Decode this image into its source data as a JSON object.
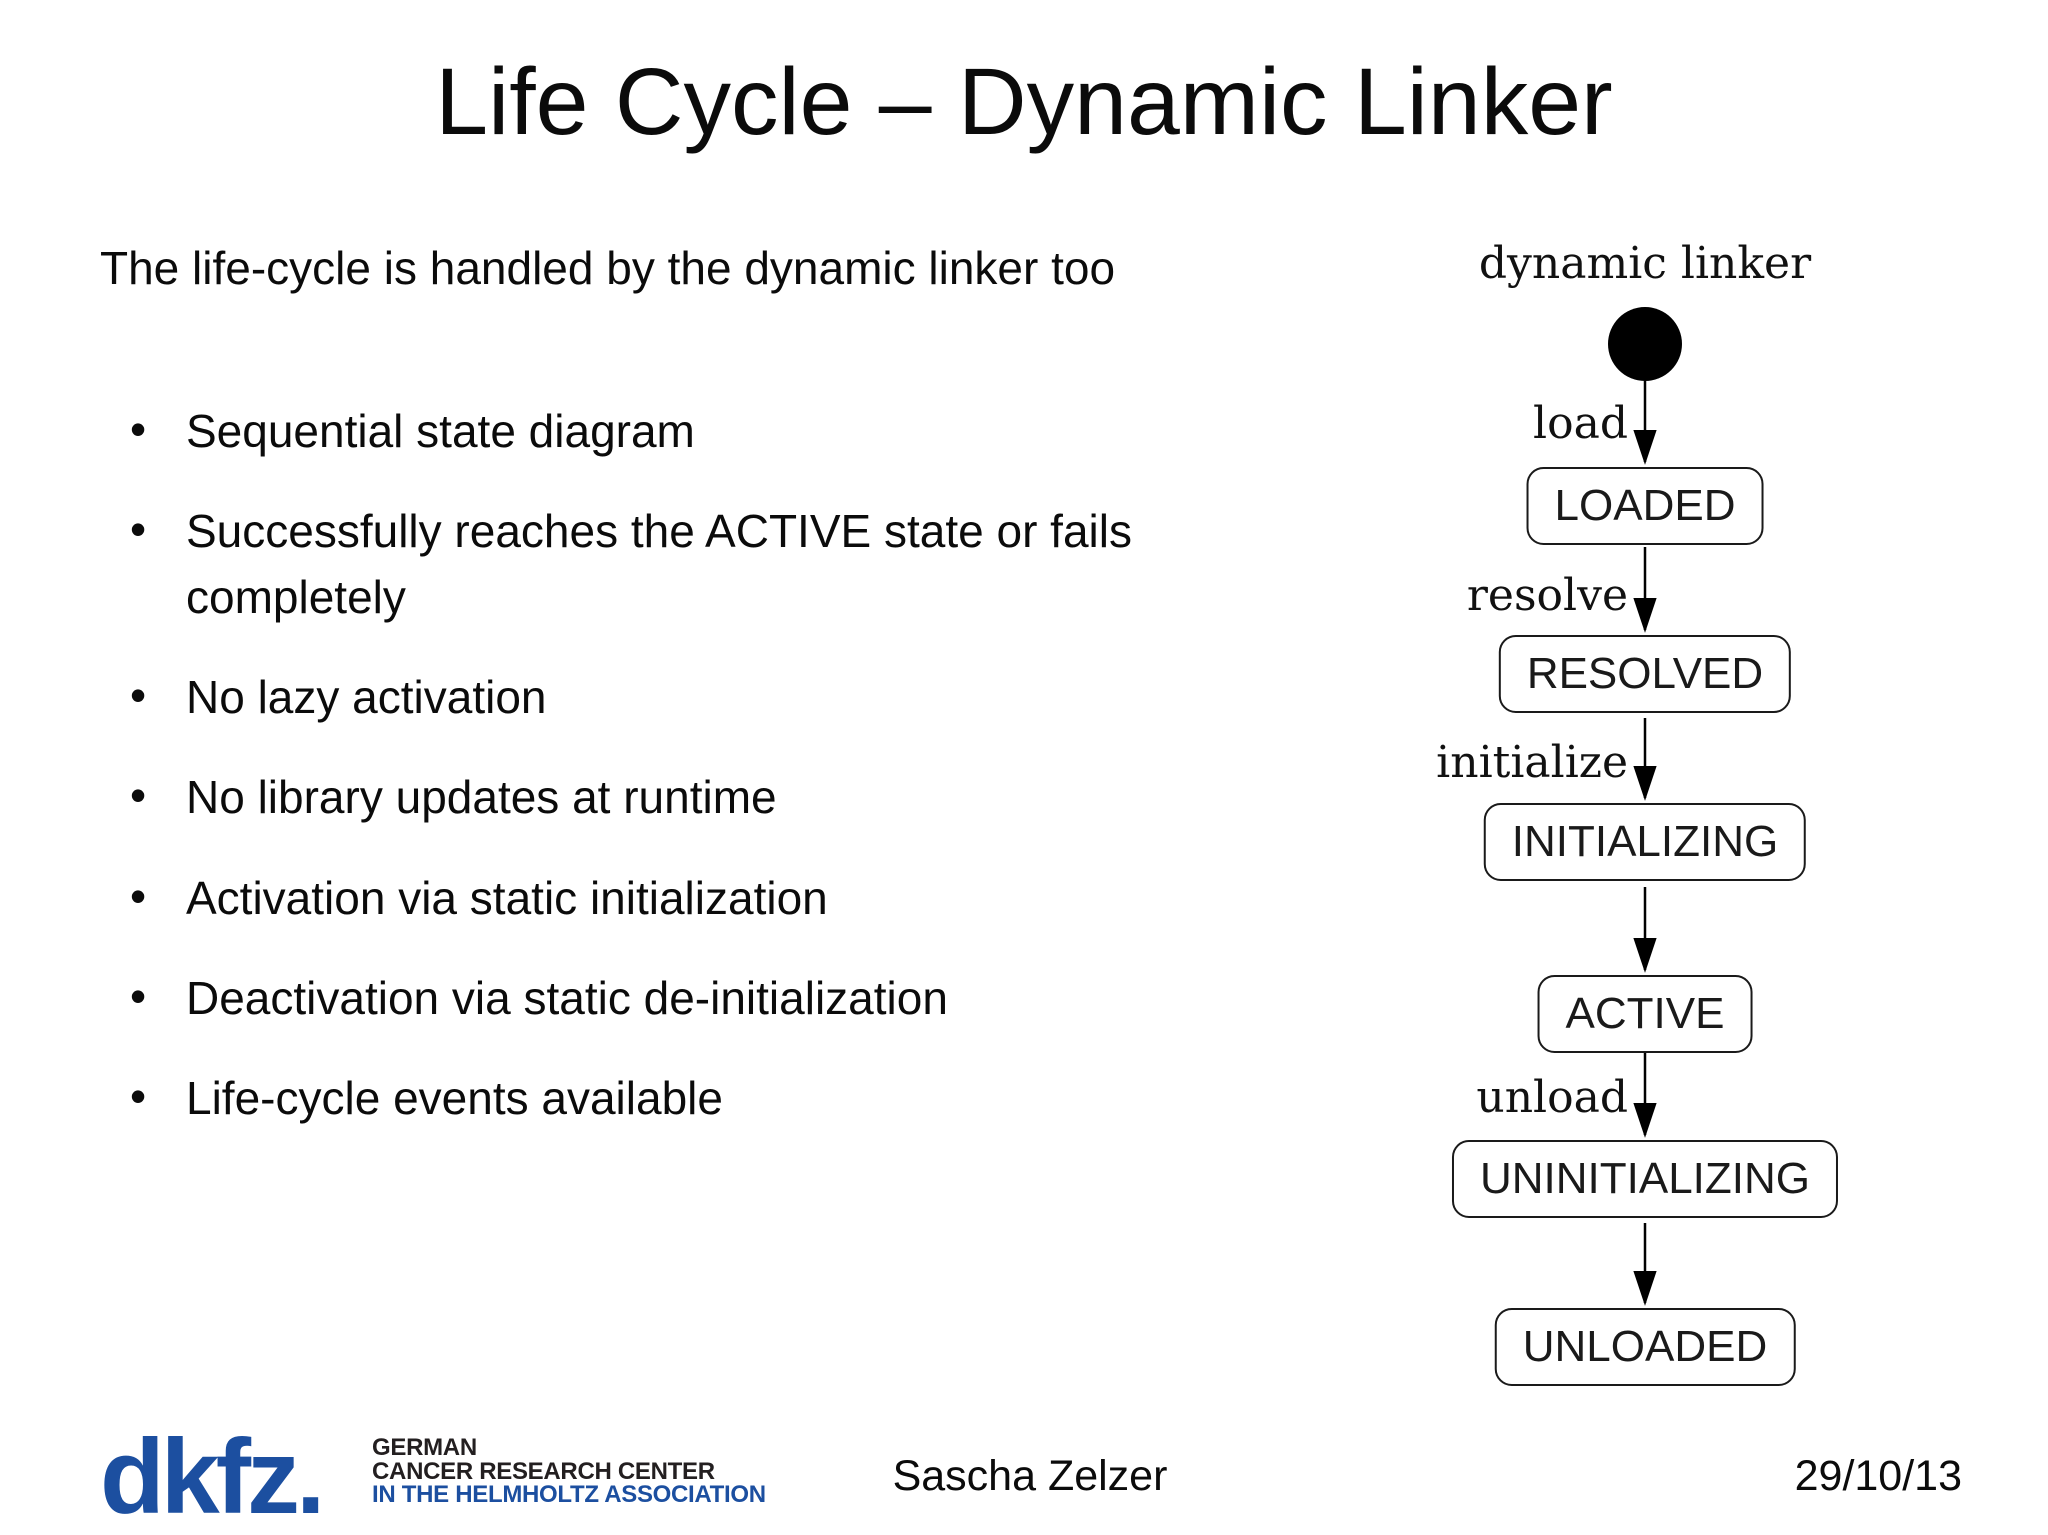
{
  "slide": {
    "title": "Life Cycle – Dynamic Linker",
    "intro": "The life-cycle is handled by the dynamic linker too",
    "bullets": [
      "Sequential state diagram",
      "Successfully reaches the ACTIVE state or fails completely",
      "No lazy activation",
      "No library updates at runtime",
      "Activation via static initialization",
      "Deactivation via static de-initialization",
      "Life-cycle events available"
    ]
  },
  "diagram": {
    "title": "dynamic linker",
    "type": "sequential-state-diagram",
    "initial_marker": "filled-circle",
    "states": [
      "LOADED",
      "RESOLVED",
      "INITIALIZING",
      "ACTIVE",
      "UNINITIALIZING",
      "UNLOADED"
    ],
    "transitions": [
      {
        "from": "initial",
        "to": "LOADED",
        "label": "load"
      },
      {
        "from": "LOADED",
        "to": "RESOLVED",
        "label": "resolve"
      },
      {
        "from": "RESOLVED",
        "to": "INITIALIZING",
        "label": "initialize"
      },
      {
        "from": "INITIALIZING",
        "to": "ACTIVE",
        "label": ""
      },
      {
        "from": "ACTIVE",
        "to": "UNINITIALIZING",
        "label": "unload"
      },
      {
        "from": "UNINITIALIZING",
        "to": "UNLOADED",
        "label": ""
      }
    ]
  },
  "footer": {
    "logo_wordmark": "dkfz.",
    "logo_line1": "GERMAN",
    "logo_line2": "CANCER RESEARCH CENTER",
    "logo_line3": "IN THE HELMHOLTZ ASSOCIATION",
    "author": "Sascha Zelzer",
    "date": "29/10/13"
  },
  "colors": {
    "brand_blue": "#1c4fa0",
    "text": "#000000",
    "background": "#ffffff"
  }
}
